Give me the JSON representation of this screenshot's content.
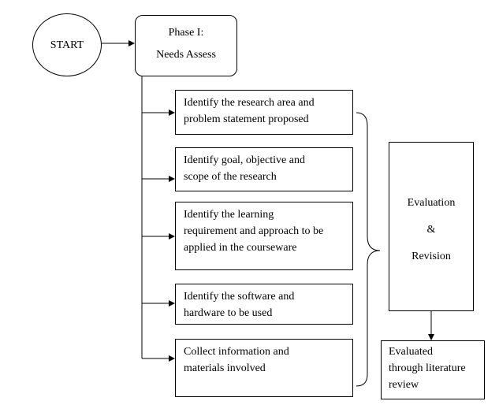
{
  "start": {
    "label": "START"
  },
  "phase": {
    "line1": "Phase I:",
    "line2": "Needs Assess"
  },
  "steps": [
    {
      "line1": "Identify the  research area and",
      "line2": "problem statement proposed"
    },
    {
      "line1": "Identify goal, objective and",
      "line2": "scope of the research"
    },
    {
      "line1": "Identify the learning",
      "line2": "requirement and approach to be",
      "line3": "applied in the courseware"
    },
    {
      "line1": "Identify the software and",
      "line2": "hardware to be used"
    },
    {
      "line1": "Collect information and",
      "line2": "materials involved"
    }
  ],
  "evaluation": {
    "line1": "Evaluation",
    "line2": "&",
    "line3": "Revision"
  },
  "review": {
    "line1": "Evaluated",
    "line2": "through literature",
    "line3": "review"
  }
}
